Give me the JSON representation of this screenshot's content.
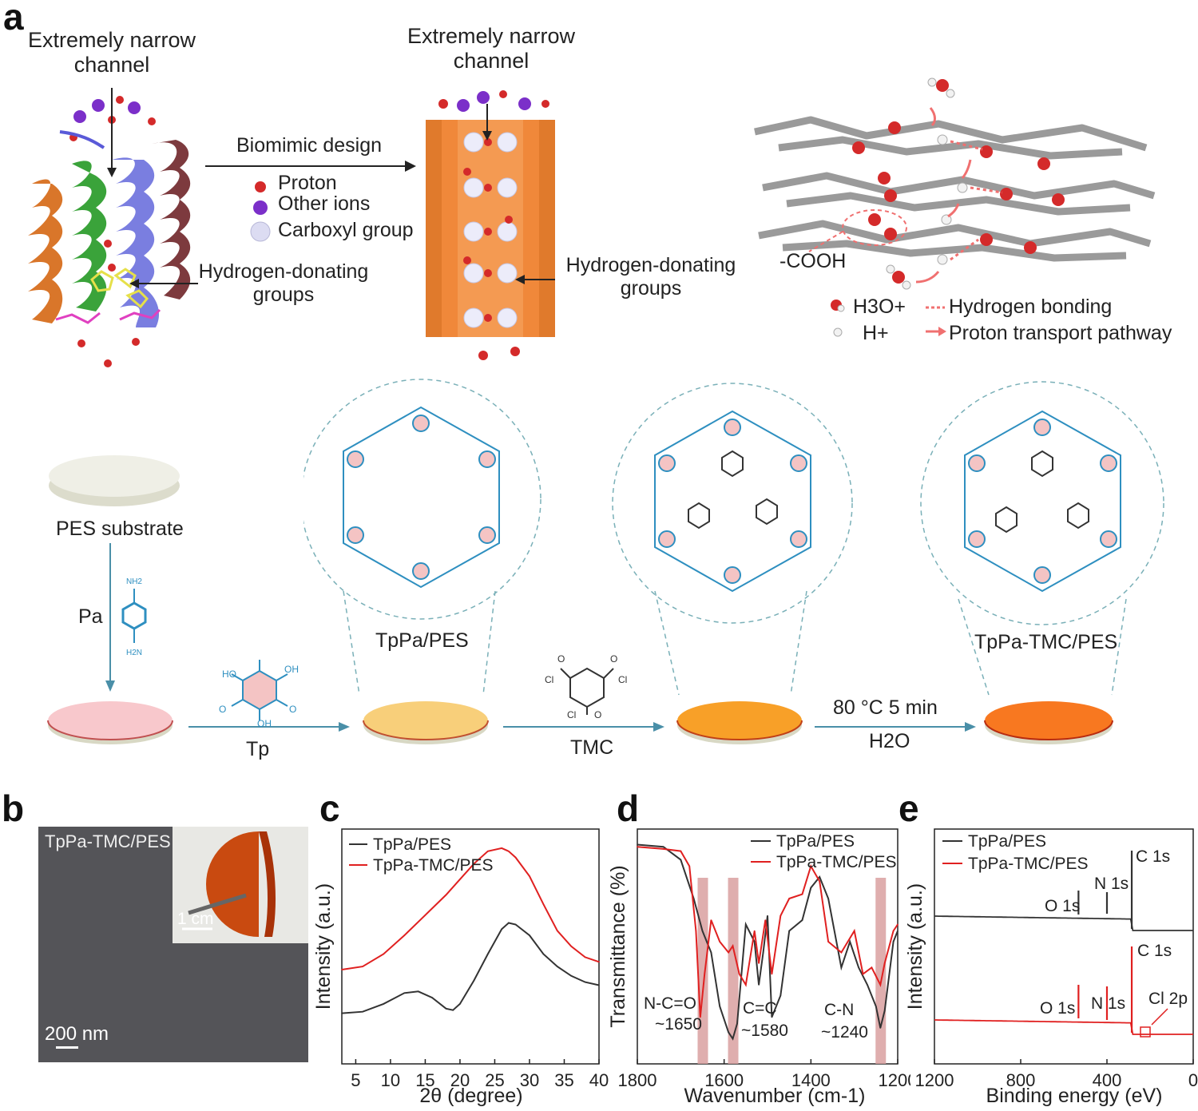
{
  "panels": {
    "a": "a",
    "b": "b",
    "c": "c",
    "d": "d",
    "e": "e"
  },
  "panel_a": {
    "channel_left": [
      "Extremely narrow",
      "channel"
    ],
    "channel_mid": [
      "Extremely narrow",
      "channel"
    ],
    "biomimic": "Biomimic  design",
    "legend": [
      "Proton",
      "Other ions",
      "Carboxyl group"
    ],
    "hdg_left": [
      "Hydrogen-donating",
      "groups"
    ],
    "hdg_mid": [
      "Hydrogen-donating",
      "groups"
    ],
    "cooh": "-COOH",
    "right_legend": {
      "h3o": "H3O+",
      "h": "H+",
      "hbond": "Hydrogen  bonding",
      "pathway": "Proton transport pathway"
    },
    "pes": "PES  substrate",
    "pa": "Pa",
    "tp": "Tp",
    "tmc": "TMC",
    "condition": "80 °C 5 min",
    "water": "H2O",
    "tppa": "TpPa/PES",
    "tppa_tmc": "TpPa-TMC/PES",
    "colors": {
      "proton": "#d42a2a",
      "other_ion": "#7b2fc9",
      "carboxyl": "#dcdcf2",
      "membrane": "#f0883a",
      "arrow": "#4a8fa8"
    }
  },
  "panel_b": {
    "label": "TpPa-TMC/PES",
    "scale_inset": "1 cm",
    "scale_main": "200 nm"
  },
  "chart_data": [
    {
      "type": "line",
      "panel": "c",
      "xlabel": "2θ (degree)",
      "ylabel": "Intensity (a.u.)",
      "xlim": [
        3,
        40
      ],
      "xticks": [
        "5",
        "10",
        "15",
        "20",
        "25",
        "30",
        "35",
        "40"
      ],
      "series": [
        {
          "name": "TpPa/PES",
          "color": "#333333",
          "x": [
            3,
            6,
            9,
            12,
            14,
            16,
            18,
            19,
            20,
            22,
            24,
            26,
            27,
            28,
            30,
            32,
            34,
            36,
            38,
            40
          ],
          "y": [
            0.12,
            0.13,
            0.18,
            0.25,
            0.26,
            0.22,
            0.15,
            0.14,
            0.18,
            0.33,
            0.5,
            0.66,
            0.7,
            0.69,
            0.62,
            0.5,
            0.42,
            0.36,
            0.32,
            0.3
          ]
        },
        {
          "name": "TpPa-TMC/PES",
          "color": "#e02020",
          "x": [
            3,
            6,
            9,
            12,
            15,
            18,
            20,
            22,
            24,
            26,
            27,
            28,
            30,
            32,
            34,
            36,
            38,
            40
          ],
          "y": [
            0.4,
            0.42,
            0.5,
            0.62,
            0.75,
            0.88,
            0.98,
            1.08,
            1.16,
            1.18,
            1.16,
            1.12,
            1.0,
            0.82,
            0.65,
            0.55,
            0.48,
            0.45
          ]
        }
      ]
    },
    {
      "type": "line",
      "panel": "d",
      "xlabel": "Wavenumber (cm-1)",
      "ylabel": "Transmittance (%)",
      "xlim": [
        1800,
        1200
      ],
      "xticks": [
        "1800",
        "1600",
        "1400",
        "1200"
      ],
      "annotations": [
        {
          "text": "N-C=O",
          "sub": "~1650",
          "x": 1650
        },
        {
          "text": "C=C",
          "sub": "~1580",
          "x": 1580
        },
        {
          "text": "C-N",
          "sub": "~1240",
          "x": 1240
        }
      ],
      "series": [
        {
          "name": "TpPa/PES",
          "color": "#333333",
          "x": [
            1800,
            1740,
            1700,
            1670,
            1650,
            1630,
            1610,
            1590,
            1580,
            1570,
            1550,
            1530,
            1520,
            1510,
            1500,
            1490,
            1470,
            1450,
            1420,
            1400,
            1380,
            1360,
            1330,
            1310,
            1290,
            1270,
            1250,
            1240,
            1230,
            1210,
            1200
          ],
          "y": [
            0.95,
            0.94,
            0.88,
            0.7,
            0.55,
            0.45,
            0.2,
            0.08,
            0.05,
            0.12,
            0.58,
            0.5,
            0.3,
            0.45,
            0.62,
            0.15,
            0.25,
            0.55,
            0.6,
            0.75,
            0.8,
            0.7,
            0.38,
            0.5,
            0.38,
            0.3,
            0.2,
            0.1,
            0.18,
            0.5,
            0.55
          ]
        },
        {
          "name": "TpPa-TMC/PES",
          "color": "#e02020",
          "x": [
            1800,
            1740,
            1700,
            1680,
            1665,
            1655,
            1645,
            1630,
            1610,
            1590,
            1580,
            1565,
            1550,
            1530,
            1520,
            1505,
            1490,
            1470,
            1450,
            1420,
            1400,
            1380,
            1360,
            1330,
            1300,
            1280,
            1260,
            1240,
            1230,
            1210,
            1200
          ],
          "y": [
            0.94,
            0.93,
            0.92,
            0.85,
            0.55,
            0.15,
            0.35,
            0.6,
            0.5,
            0.45,
            0.48,
            0.35,
            0.3,
            0.55,
            0.4,
            0.6,
            0.35,
            0.62,
            0.7,
            0.72,
            0.85,
            0.78,
            0.5,
            0.45,
            0.55,
            0.35,
            0.38,
            0.3,
            0.4,
            0.55,
            0.58
          ]
        }
      ]
    },
    {
      "type": "line",
      "panel": "e",
      "xlabel": "Binding energy (eV)",
      "ylabel": "Intensity (a.u.)",
      "xlim": [
        1200,
        0
      ],
      "xticks": [
        "1200",
        "800",
        "400",
        "0"
      ],
      "peak_labels": [
        "O 1s",
        "N 1s",
        "C 1s",
        "Cl 2p"
      ],
      "series": [
        {
          "name": "TpPa/PES",
          "color": "#333333"
        },
        {
          "name": "TpPa-TMC/PES",
          "color": "#e02020"
        }
      ]
    }
  ]
}
